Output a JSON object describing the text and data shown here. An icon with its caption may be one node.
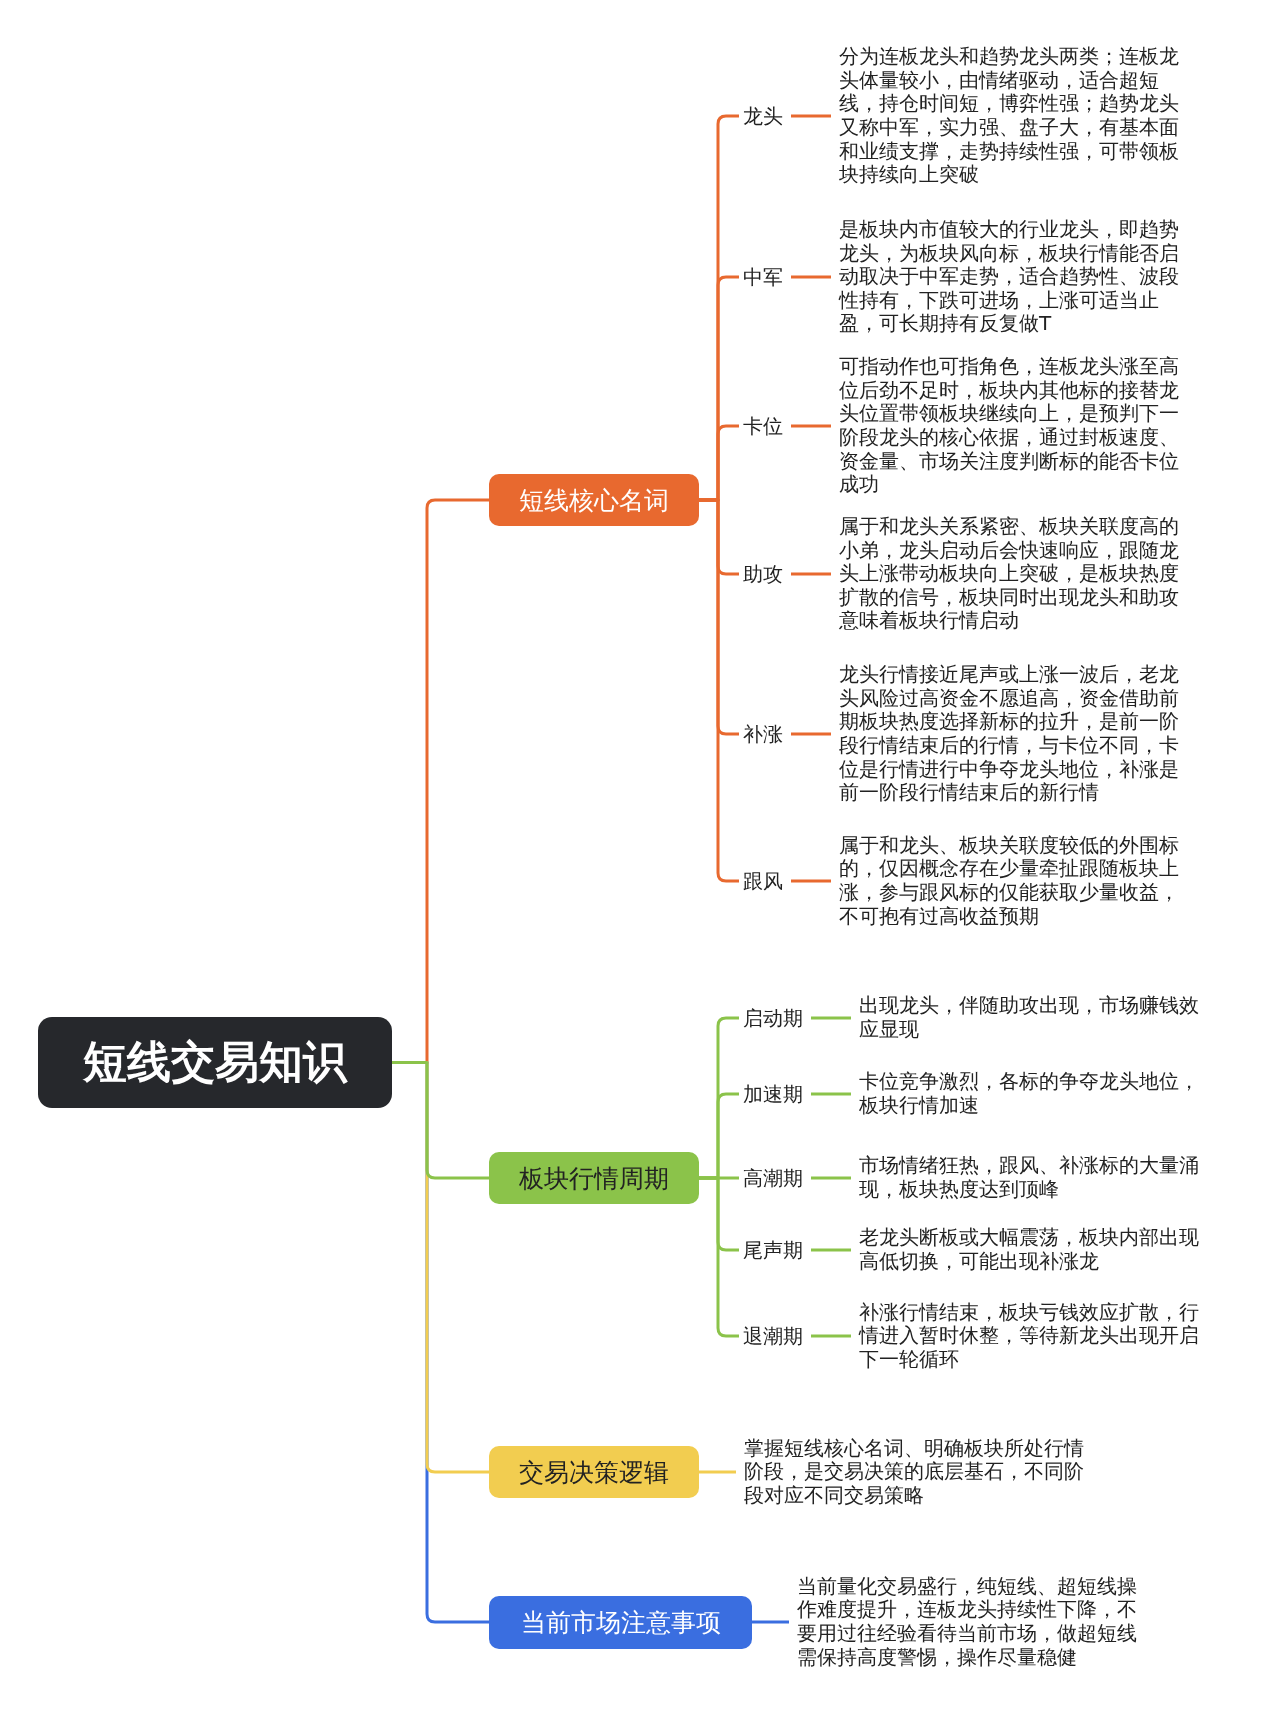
{
  "diagram": {
    "nodes": [
      {
        "text": [
          "短线交易知识"
        ]
      },
      {
        "text": [
          "短线核心名词"
        ]
      },
      {
        "text": [
          "龙头"
        ]
      },
      {
        "text": [
          "分为连板龙头和趋势龙头两类；连板龙头体量较小，由情绪驱动，适合超短线，持仓时间短，博弈性强；趋势龙头又称中军，实力强、盘子大，有基本面和业绩支撑，走势持续性强，可带领板块持续向上突破"
        ]
      },
      {
        "text": [
          "中军"
        ]
      },
      {
        "text": [
          "是板块内市值较大的行业龙头，即趋势龙头，为板块风向标，板块行情能否启动取决于中军走势，适合趋势性、波段性持有，下跌可进场，上涨可适当止盈，可长期持有反复做T"
        ]
      },
      {
        "text": [
          "卡位"
        ]
      },
      {
        "text": [
          "可指动作也可指角色，连板龙头涨至高位后劲不足时，板块内其他标的接替龙头位置带领板块继续向上，是预判下一阶段龙头的核心依据，通过封板速度、资金量、市场关注度判断标的能否卡位成功"
        ]
      },
      {
        "text": [
          "助攻"
        ]
      },
      {
        "text": [
          "属于和龙头关系紧密、板块关联度高的小弟，龙头启动后会快速响应，跟随龙头上涨带动板块向上突破，是板块热度扩散的信号，板块同时出现龙头和助攻意味着板块行情启动"
        ]
      },
      {
        "text": [
          "补涨"
        ]
      },
      {
        "text": [
          "龙头行情接近尾声或上涨一波后，老龙头风险过高资金不愿追高，资金借助前期板块热度选择新标的拉升，是前一阶段行情结束后的行情，与卡位不同，卡位是行情进行中争夺龙头地位，补涨是前一阶段行情结束后的新行情"
        ]
      },
      {
        "text": [
          "跟风"
        ]
      },
      {
        "text": [
          "属于和龙头、板块关联度较低的外围标的，仅因概念存在少量牵扯跟随板块上涨，参与跟风标的仅能获取少量收益，不可抱有过高收益预期"
        ]
      },
      {
        "text": [
          "板块行情周期"
        ]
      },
      {
        "text": [
          "启动期"
        ]
      },
      {
        "text": [
          "出现龙头，伴随助攻出现，市场赚钱效应显现"
        ]
      },
      {
        "text": [
          "加速期"
        ]
      },
      {
        "text": [
          "卡位竞争激烈，各标的争夺龙头地位，板块行情加速"
        ]
      },
      {
        "text": [
          "高潮期"
        ]
      },
      {
        "text": [
          "市场情绪狂热，跟风、补涨标的大量涌现，板块热度达到顶峰"
        ]
      },
      {
        "text": [
          "尾声期"
        ]
      },
      {
        "text": [
          "老龙头断板或大幅震荡，板块内部出现高低切换，可能出现补涨龙"
        ]
      },
      {
        "text": [
          "退潮期"
        ]
      },
      {
        "text": [
          "补涨行情结束，板块亏钱效应扩散，行情进入暂时休整，等待新龙头出现开启下一轮循环"
        ]
      },
      {
        "text": [
          "交易决策逻辑"
        ]
      },
      {
        "text": [
          "掌握短线核心名词、明确板块所处行情阶段，是交易决策的底层基石，不同阶段对应不同交易策略"
        ]
      },
      {
        "text": [
          "当前市场注意事项"
        ]
      },
      {
        "text": [
          "当前量化交易盛行，纯短线、超短线操作难度提升，连板龙头持续性下降，不要用过往经验看待当前市场，做超短线需保持高度警惕，操作尽量稳健"
        ]
      }
    ],
    "edges": [
      {
        "from": 0,
        "to": 1,
        "arrow": "none",
        "color": "#e8692f"
      },
      {
        "from": 1,
        "to": 2,
        "arrow": "none",
        "color": "#e8692f"
      },
      {
        "from": 2,
        "to": 3,
        "arrow": "none",
        "color": "#e8692f"
      },
      {
        "from": 1,
        "to": 4,
        "arrow": "none",
        "color": "#e8692f"
      },
      {
        "from": 4,
        "to": 5,
        "arrow": "none",
        "color": "#e8692f"
      },
      {
        "from": 1,
        "to": 6,
        "arrow": "none",
        "color": "#e8692f"
      },
      {
        "from": 6,
        "to": 7,
        "arrow": "none",
        "color": "#e8692f"
      },
      {
        "from": 1,
        "to": 8,
        "arrow": "none",
        "color": "#e8692f"
      },
      {
        "from": 8,
        "to": 9,
        "arrow": "none",
        "color": "#e8692f"
      },
      {
        "from": 1,
        "to": 10,
        "arrow": "none",
        "color": "#e8692f"
      },
      {
        "from": 10,
        "to": 11,
        "arrow": "none",
        "color": "#e8692f"
      },
      {
        "from": 1,
        "to": 12,
        "arrow": "none",
        "color": "#e8692f"
      },
      {
        "from": 12,
        "to": 13,
        "arrow": "none",
        "color": "#e8692f"
      },
      {
        "from": 0,
        "to": 14,
        "arrow": "none",
        "color": "#8bc34a"
      },
      {
        "from": 14,
        "to": 15,
        "arrow": "none",
        "color": "#8bc34a"
      },
      {
        "from": 15,
        "to": 16,
        "arrow": "none",
        "color": "#8bc34a"
      },
      {
        "from": 14,
        "to": 17,
        "arrow": "none",
        "color": "#8bc34a"
      },
      {
        "from": 17,
        "to": 18,
        "arrow": "none",
        "color": "#8bc34a"
      },
      {
        "from": 14,
        "to": 19,
        "arrow": "none",
        "color": "#8bc34a"
      },
      {
        "from": 19,
        "to": 20,
        "arrow": "none",
        "color": "#8bc34a"
      },
      {
        "from": 14,
        "to": 21,
        "arrow": "none",
        "color": "#8bc34a"
      },
      {
        "from": 21,
        "to": 22,
        "arrow": "none",
        "color": "#8bc34a"
      },
      {
        "from": 14,
        "to": 23,
        "arrow": "none",
        "color": "#8bc34a"
      },
      {
        "from": 23,
        "to": 24,
        "arrow": "none",
        "color": "#8bc34a"
      },
      {
        "from": 0,
        "to": 25,
        "arrow": "none",
        "color": "#f2cd50"
      },
      {
        "from": 25,
        "to": 26,
        "arrow": "none",
        "color": "#f2cd50"
      },
      {
        "from": 0,
        "to": 27,
        "arrow": "none",
        "color": "#3a6ee0"
      },
      {
        "from": 27,
        "to": 28,
        "arrow": "none",
        "color": "#3a6ee0"
      }
    ]
  }
}
